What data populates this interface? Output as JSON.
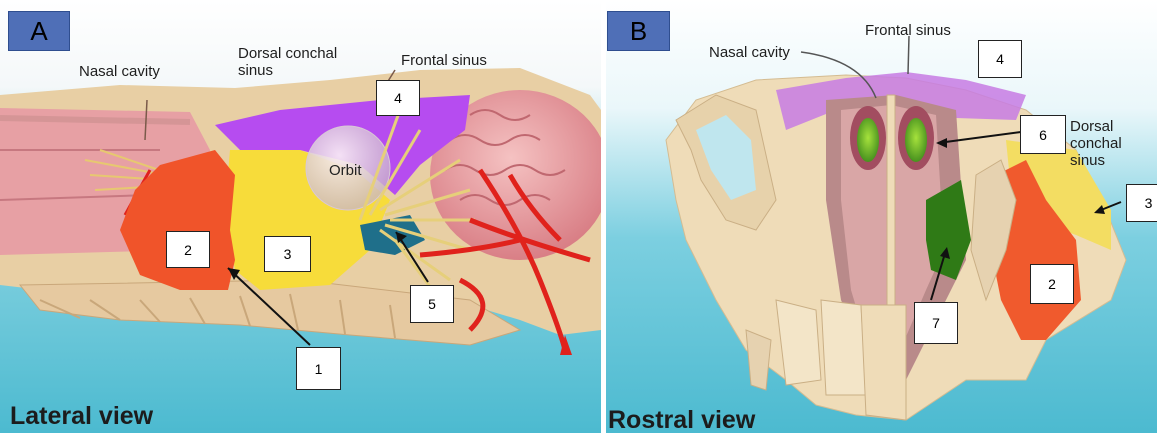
{
  "panel_a": {
    "tag": "A",
    "view_title": "Lateral view",
    "labels": {
      "nasal_cavity": "Nasal cavity",
      "dorsal_conchal_line1": "Dorsal conchal",
      "dorsal_conchal_line2": "sinus",
      "frontal_sinus": "Frontal sinus",
      "orbit": "Orbit"
    },
    "numbers": {
      "n1": "1",
      "n2": "2",
      "n3": "3",
      "n4": "4",
      "n5": "5"
    }
  },
  "panel_b": {
    "tag": "B",
    "view_title": "Rostral view",
    "labels": {
      "nasal_cavity": "Nasal cavity",
      "frontal_sinus": "Frontal sinus",
      "dorsal_line1": "Dorsal",
      "dorsal_line2": "conchal",
      "dorsal_line3": "sinus"
    },
    "numbers": {
      "n2": "2",
      "n3": "3",
      "n4": "4",
      "n6": "6",
      "n7": "7"
    }
  },
  "colors": {
    "background_blue": "#5fc3d6",
    "frontal_sinus_purple": "#b64cf0",
    "maxillary_orange": "#f0542a",
    "conchal_yellow": "#f7dc3a",
    "brain_pink": "#e9a3a6",
    "bone_beige": "#efdcb8",
    "artery_red": "#e0221c",
    "label_tag_blue": "#4f6fb7"
  }
}
